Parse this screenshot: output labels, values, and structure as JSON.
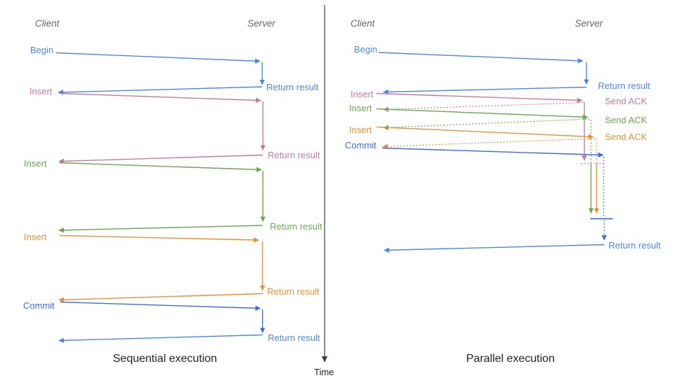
{
  "colors": {
    "begin_blue": "#4a86e8",
    "commit_blue": "#3c6be0",
    "insert_pink": "#c27ba0",
    "insert_green": "#6aa84f",
    "insert_orange": "#e69138",
    "axis_gray": "#3d3d3d",
    "header_gray": "#666666",
    "title_color": "#212121"
  },
  "left_panel": {
    "title": "Sequential execution",
    "client_header": "Client",
    "server_header": "Server",
    "rows": [
      {
        "label": "Begin",
        "return_label": "Return result"
      },
      {
        "label": "Insert",
        "return_label": "Return result"
      },
      {
        "label": "Insert",
        "return_label": "Return result"
      },
      {
        "label": "Insert",
        "return_label": "Return result"
      },
      {
        "label": "Commit",
        "return_label": "Return result"
      }
    ]
  },
  "right_panel": {
    "title": "Parallel execution",
    "client_header": "Client",
    "server_header": "Server",
    "rows": [
      {
        "label": "Begin",
        "return_label": "Return result"
      },
      {
        "label": "Insert",
        "ack_label": "Send ACK"
      },
      {
        "label": "Insert",
        "ack_label": "Send ACK"
      },
      {
        "label": "Insert",
        "ack_label": "Send ACK"
      },
      {
        "label": "Commit",
        "return_label": "Return result"
      }
    ]
  },
  "time_axis": {
    "label": "Time"
  }
}
